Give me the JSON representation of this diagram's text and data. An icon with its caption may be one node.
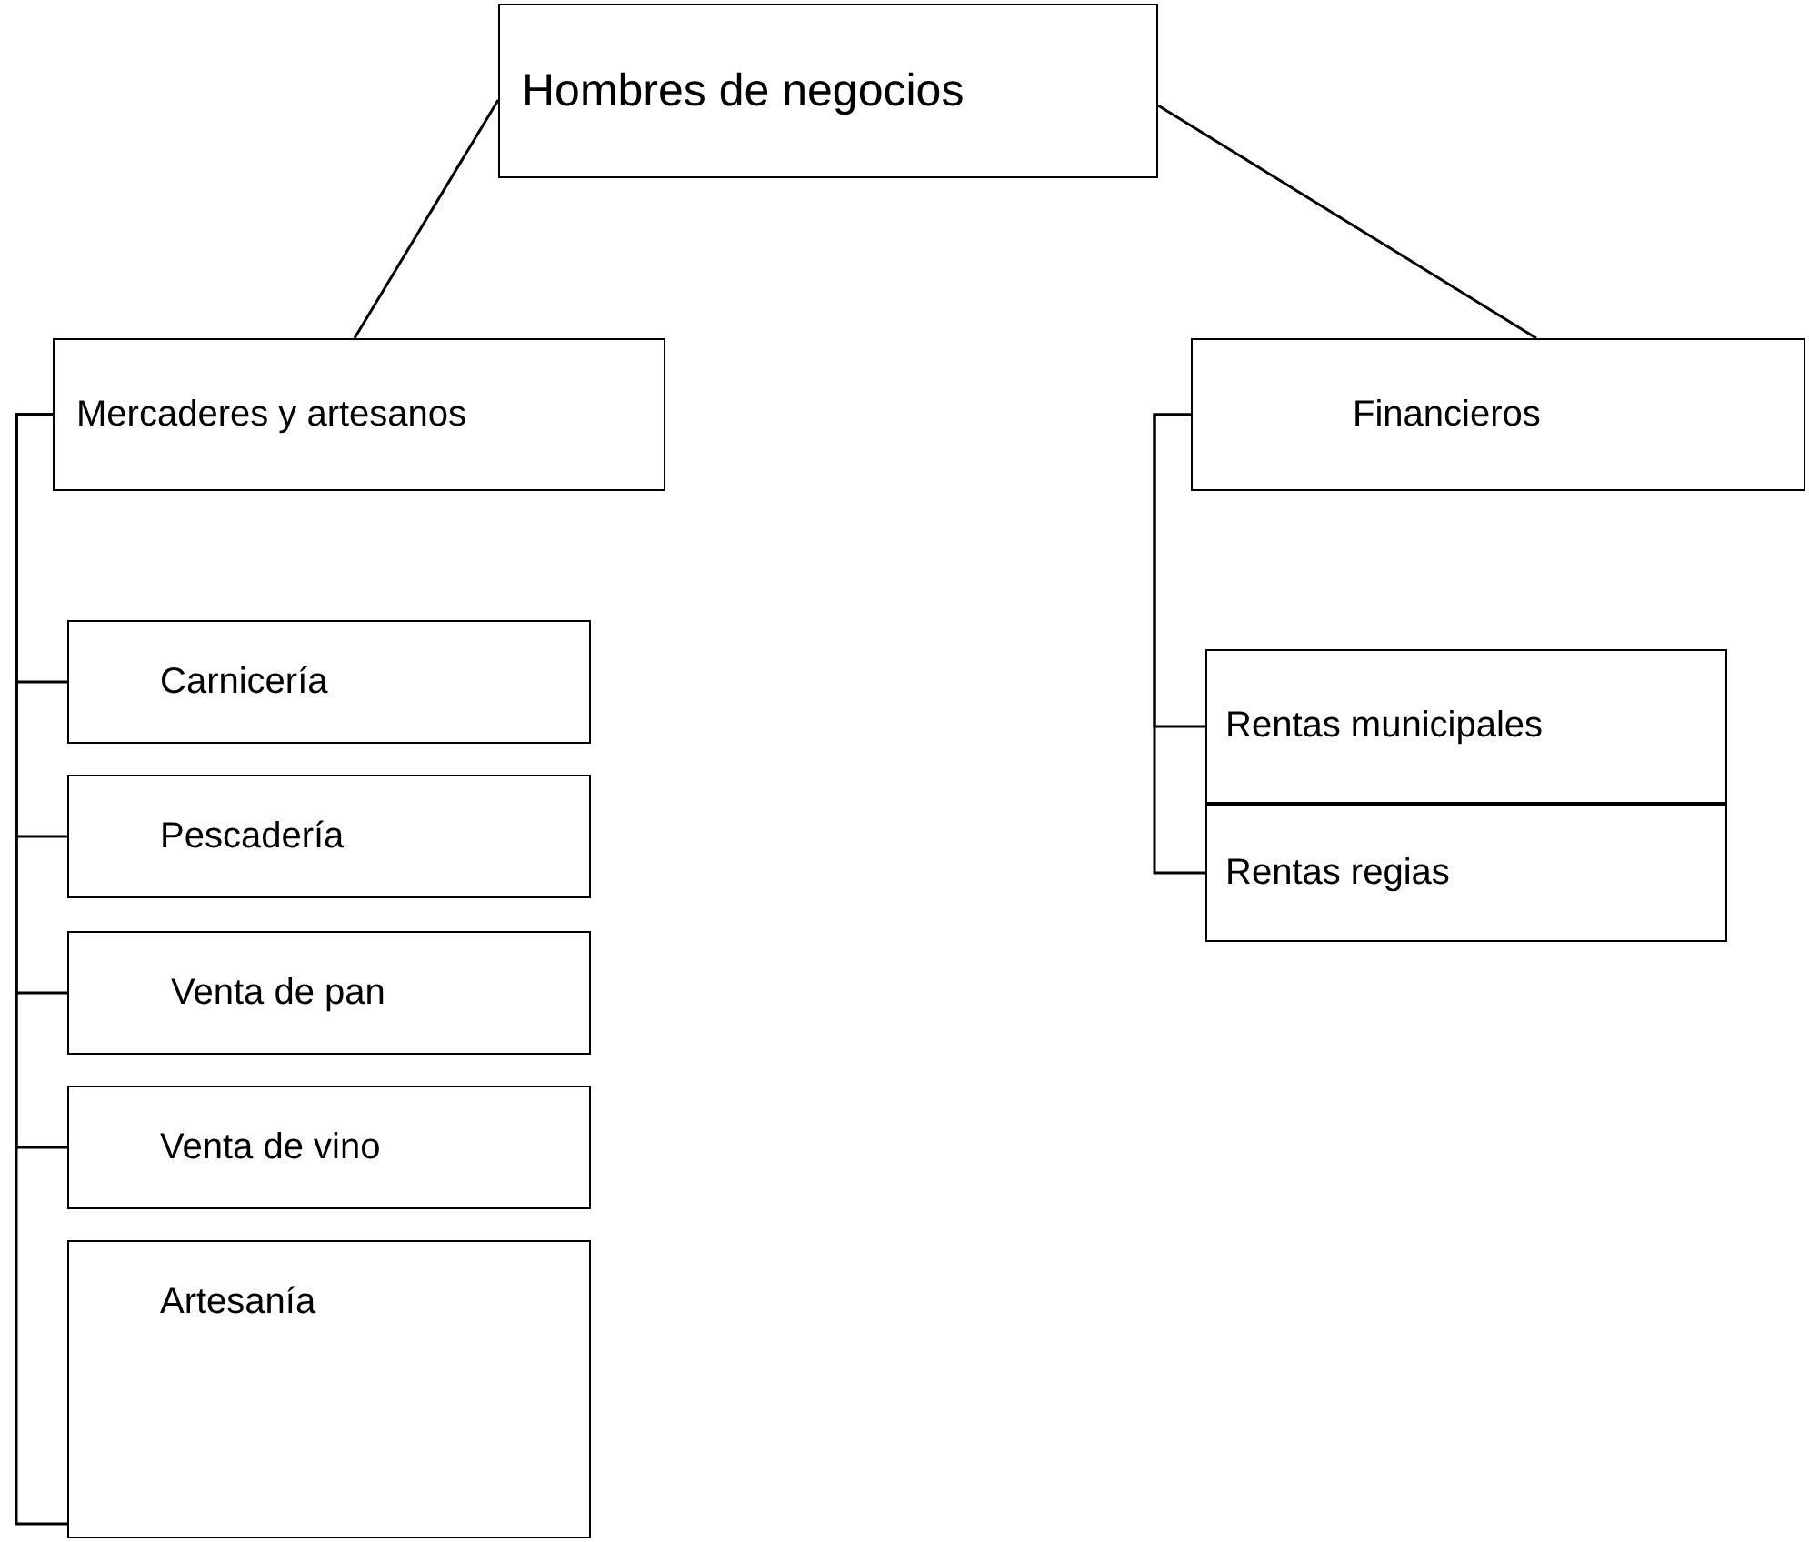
{
  "diagram": {
    "nodes": [
      {
        "text": [
          "Hombres de negocios"
        ]
      },
      {
        "text": [
          "Mercaderes y artesanos"
        ]
      },
      {
        "text": [
          "Financieros"
        ]
      },
      {
        "text": [
          "Carnicería"
        ]
      },
      {
        "text": [
          "Pescadería"
        ]
      },
      {
        "text": [
          "Venta de pan"
        ]
      },
      {
        "text": [
          "Venta de vino"
        ]
      },
      {
        "text": [
          "Artesanía"
        ]
      },
      {
        "text": [
          "Rentas municipales"
        ]
      },
      {
        "text": [
          "Rentas regias"
        ]
      }
    ],
    "edges": [
      {
        "from": 0,
        "to": 1,
        "arrow": "none"
      },
      {
        "from": 0,
        "to": 2,
        "arrow": "none"
      },
      {
        "from": 1,
        "to": 3,
        "arrow": "none"
      },
      {
        "from": 1,
        "to": 4,
        "arrow": "none"
      },
      {
        "from": 1,
        "to": 5,
        "arrow": "none"
      },
      {
        "from": 1,
        "to": 6,
        "arrow": "none"
      },
      {
        "from": 1,
        "to": 7,
        "arrow": "none"
      },
      {
        "from": 2,
        "to": 8,
        "arrow": "none"
      },
      {
        "from": 2,
        "to": 9,
        "arrow": "none"
      }
    ]
  }
}
